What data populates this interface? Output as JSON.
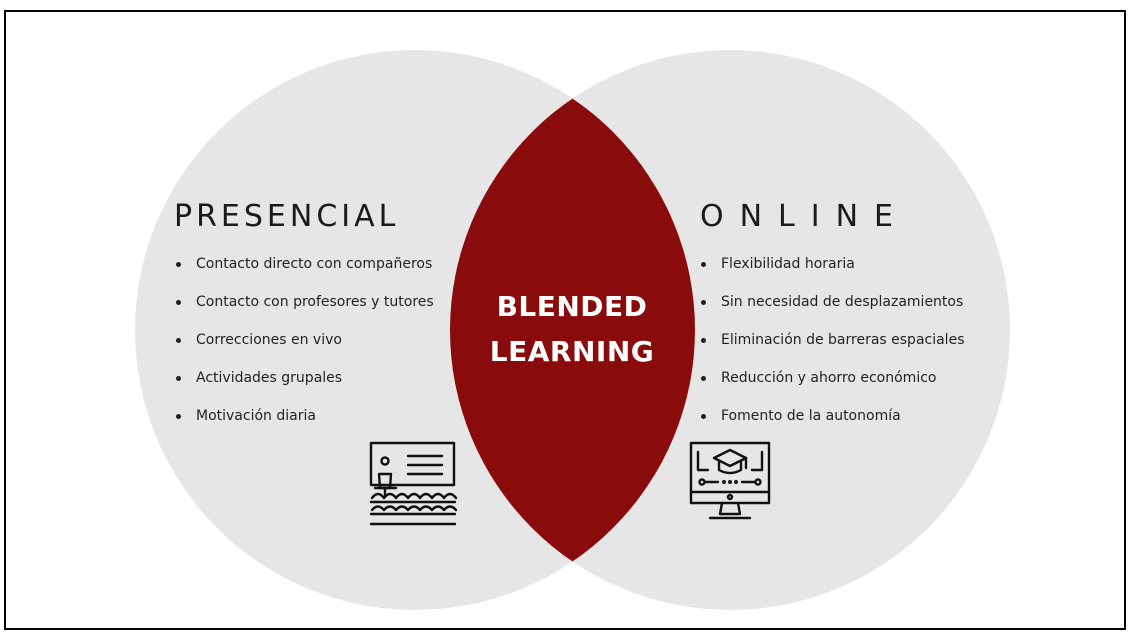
{
  "colors": {
    "circle_fill": "#e6e6e6",
    "intersection_fill": "#8a0b0b",
    "text": "#222222"
  },
  "left": {
    "title": "PRESENCIAL",
    "items": [
      "Contacto directo con compañeros",
      "Contacto con profesores y tutores",
      "Correcciones en vivo",
      "Actividades grupales",
      "Motivación diaria"
    ],
    "icon": "classroom-icon"
  },
  "right": {
    "title": "ONLINE",
    "items": [
      "Flexibilidad horaria",
      "Sin necesidad de desplazamientos",
      "Eliminación de barreras espaciales",
      "Reducción y ahorro económico",
      "Fomento de la autonomía"
    ],
    "icon": "online-learning-icon"
  },
  "center": {
    "line1": "BLENDED",
    "line2": "LEARNING"
  }
}
